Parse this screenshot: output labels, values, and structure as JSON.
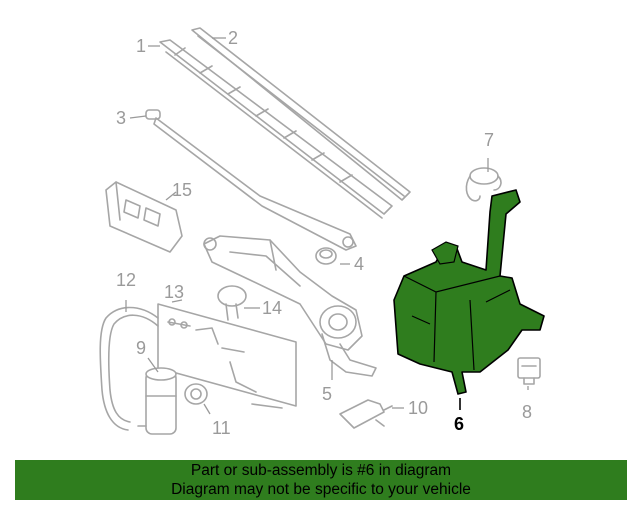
{
  "diagram": {
    "highlight_color": "#2f7d1e",
    "callouts": {
      "c1": "1",
      "c2": "2",
      "c3": "3",
      "c4": "4",
      "c5": "5",
      "c6": "6",
      "c7": "7",
      "c8": "8",
      "c9": "9",
      "c10": "10",
      "c11": "11",
      "c12": "12",
      "c13": "13",
      "c14": "14",
      "c15": "15"
    },
    "highlighted_part": "6"
  },
  "banner": {
    "line1": "Part or sub-assembly is #6 in diagram",
    "line2": "Diagram may not be specific to your vehicle",
    "background": "#2f7d1e"
  }
}
